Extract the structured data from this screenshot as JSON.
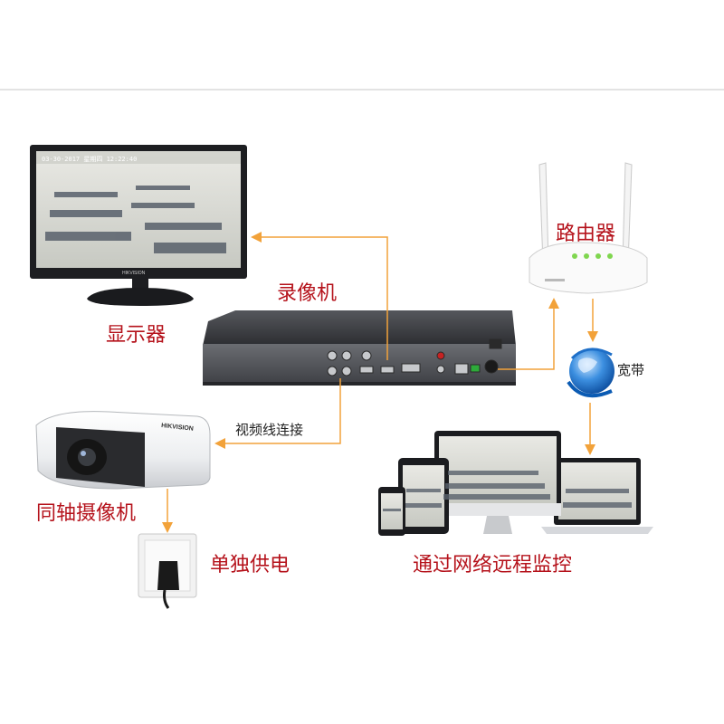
{
  "labels": {
    "monitor": "显示器",
    "recorder": "录像机",
    "router": "路由器",
    "broadband": "宽带",
    "camera": "同轴摄像机",
    "video_cable": "视频线连接",
    "power": "单独供电",
    "remote": "通过网络远程监控"
  },
  "screen": {
    "osd": "03-30-2017 星期四 12:22:40"
  },
  "brand": "HIKVISION",
  "colors": {
    "label_red": "#b5121b",
    "arrow_orange": "#f2a23a",
    "device_dark": "#2b2b2e",
    "screen_wall": "#d8d8d2"
  },
  "icons": [
    "monitor-icon",
    "dvr-icon",
    "router-icon",
    "globe-icon",
    "camera-icon",
    "power-outlet-icon",
    "devices-icon"
  ]
}
